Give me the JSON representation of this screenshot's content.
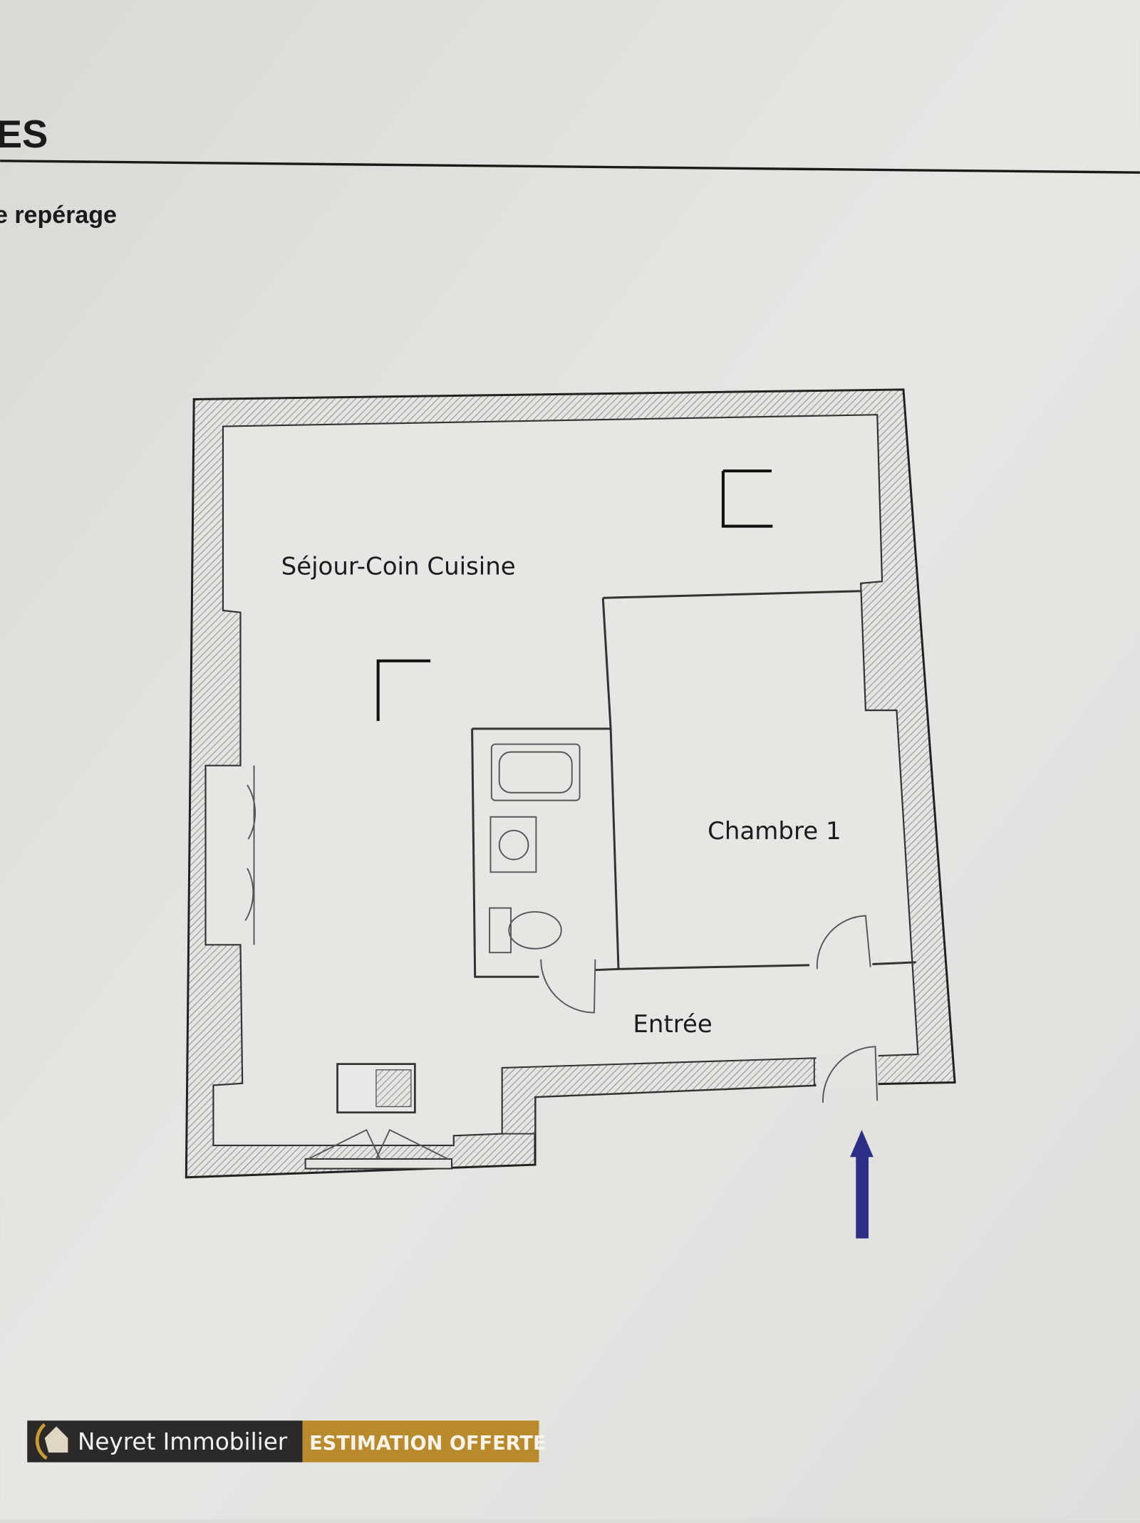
{
  "document": {
    "heading_fragment": "ES",
    "subheading_fragment": "e repérage"
  },
  "floor_plan": {
    "rooms": [
      {
        "label": "Séjour-Coin Cuisine"
      },
      {
        "label": "Chambre 1"
      },
      {
        "label": "Entrée"
      }
    ],
    "entrance_arrow_color": "#2b2f86"
  },
  "banner": {
    "brand": "Neyret Immobilier",
    "cta": "ESTIMATION OFFERTE",
    "brand_bg": "#2b2a28",
    "cta_bg": "#b98a2c"
  }
}
